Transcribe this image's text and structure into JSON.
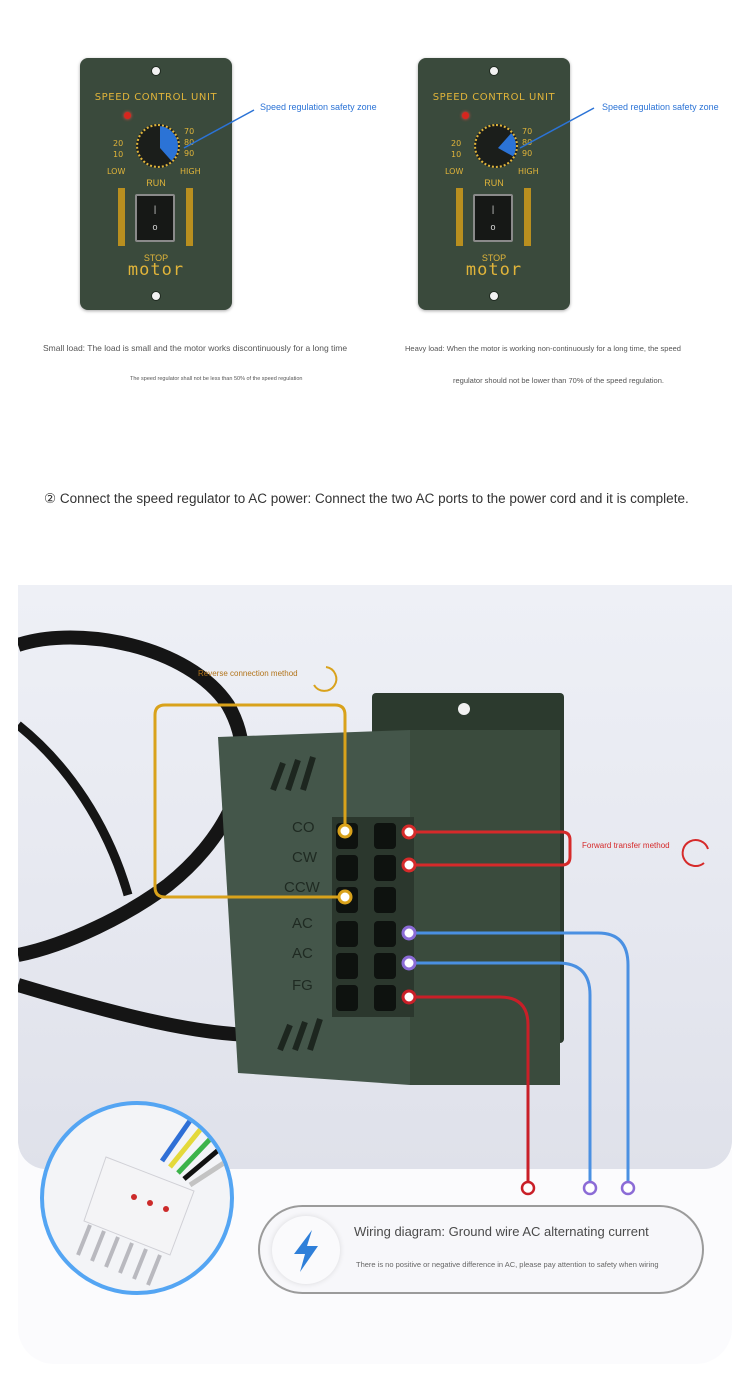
{
  "panels": [
    {
      "title": "SPEED CONTROL UNIT",
      "scale_left": [
        "20",
        "10"
      ],
      "scale_right": [
        "70",
        "80",
        "90"
      ],
      "low": "LOW",
      "high": "HIGH",
      "run": "RUN",
      "stop": "STOP",
      "brand": "motor",
      "zone_label": "Speed regulation safety zone",
      "zone_color": "#2b73d6"
    },
    {
      "title": "SPEED CONTROL UNIT",
      "scale_left": [
        "20",
        "10"
      ],
      "scale_right": [
        "70",
        "80",
        "90"
      ],
      "low": "LOW",
      "high": "HIGH",
      "run": "RUN",
      "stop": "STOP",
      "brand": "motor",
      "zone_label": "Speed regulation safety zone",
      "zone_color": "#2b73d6"
    }
  ],
  "notes": {
    "left_main": "Small load: The load is small and the motor works discontinuously for a long time",
    "left_sub": "The speed regulator shall not be less than 50% of the speed regulation",
    "right_main": "Heavy load: When the motor is working non-continuously for a long time, the speed",
    "right_sub": "regulator should not be lower than 70% of the speed regulation."
  },
  "step_text": "② Connect the speed regulator to AC power: Connect the two AC ports to the power cord and it is complete.",
  "terminals": {
    "labels": [
      "CO",
      "CW",
      "CCW",
      "AC",
      "AC",
      "FG"
    ],
    "reverse_label": "Reverse connection method",
    "forward_label": "Forward transfer method",
    "reverse_color": "#d9a21b",
    "forward_color": "#d62a2a",
    "ac_color": "#4a90e2"
  },
  "callout": {
    "title": "Wiring diagram: Ground wire AC alternating current",
    "subtitle": "There is no positive or negative difference in AC, please pay attention to safety when wiring",
    "icon": "lightning-icon",
    "icon_color": "#2e7fd9"
  }
}
